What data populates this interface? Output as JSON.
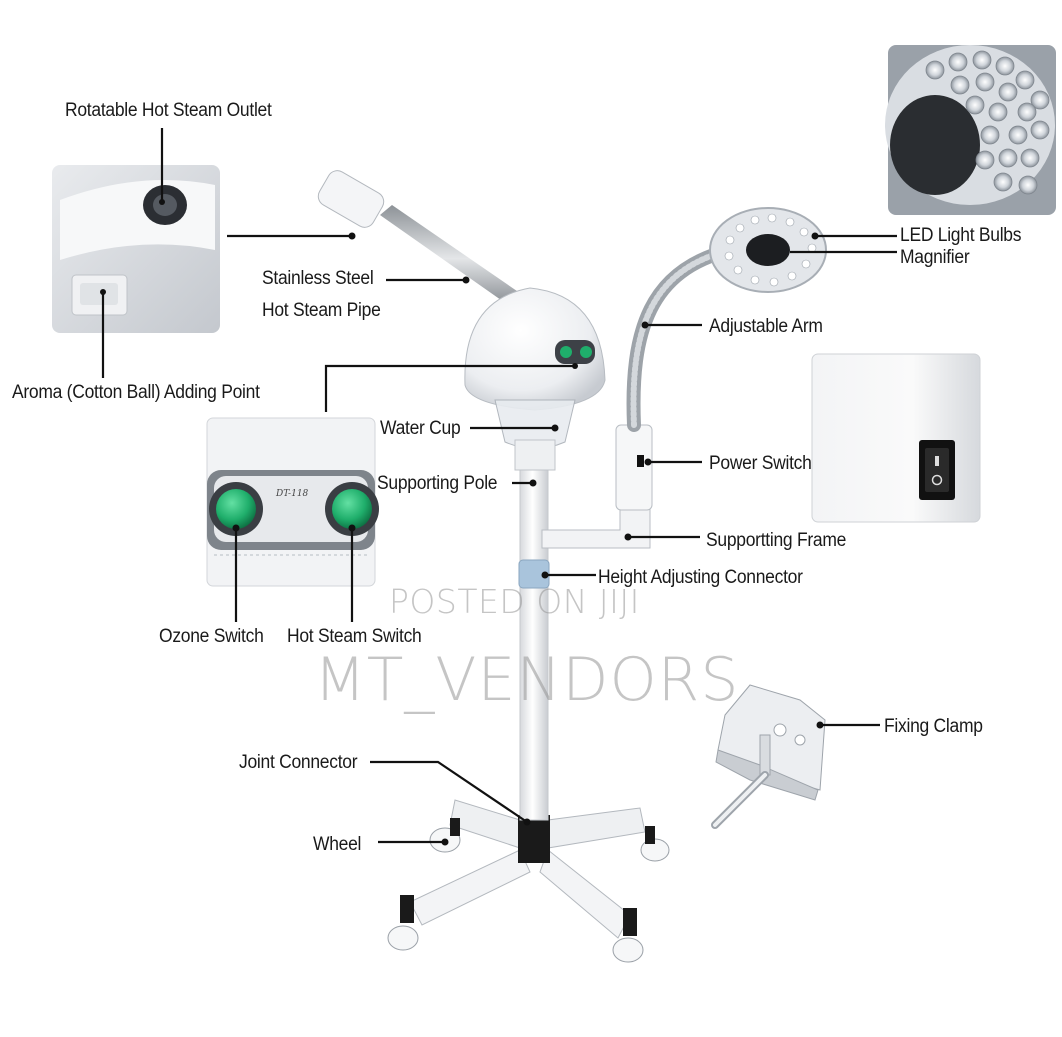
{
  "labels": {
    "rotatable_outlet": "Rotatable Hot Steam Outlet",
    "stainless_pipe_1": "Stainless Steel",
    "stainless_pipe_2": "Hot Steam Pipe",
    "aroma_point": "Aroma (Cotton Ball) Adding Point",
    "water_cup": "Water Cup",
    "supporting_pole": "Supporting Pole",
    "ozone_switch": "Ozone Switch",
    "hot_steam_switch": "Hot Steam Switch",
    "led_bulbs": "LED Light Bulbs",
    "magnifier": "Magnifier",
    "adjustable_arm": "Adjustable Arm",
    "power_switch": "Power Switch",
    "supporting_frame": "Supportting Frame",
    "height_connector": "Height Adjusting Connector",
    "fixing_clamp": "Fixing Clamp",
    "joint_connector": "Joint Connector",
    "wheel": "Wheel"
  },
  "panel_model": "DT-118",
  "watermark": {
    "line1": "POSTED ON JIJI",
    "line2": "MT_VENDORS"
  },
  "colors": {
    "switch_green": "#1fae6b",
    "body_white": "#f2f3f5",
    "height_connector_blue": "#a9c4dc",
    "base_black": "#1a1a1a"
  }
}
